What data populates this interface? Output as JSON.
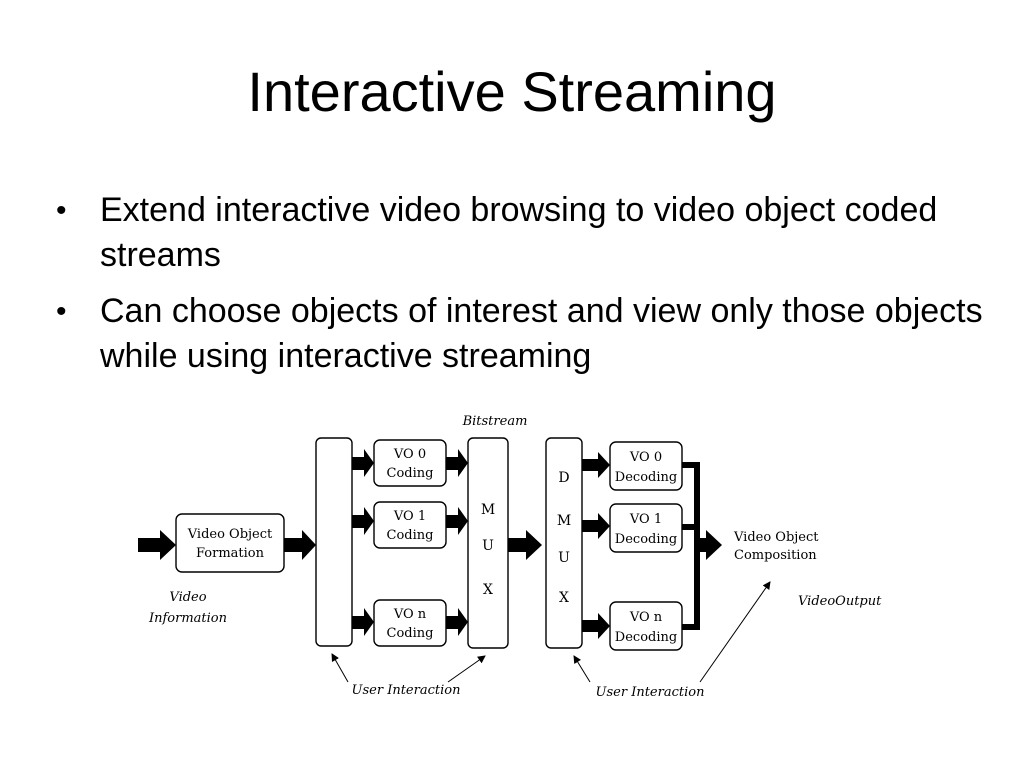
{
  "title": "Interactive Streaming",
  "bullets": [
    {
      "text": "Extend interactive video browsing to video object coded streams"
    },
    {
      "text": "Can choose objects of interest and view only those objects while using interactive streaming"
    }
  ],
  "diagram": {
    "bitstream_label": "Bitstream",
    "video_object_formation": [
      "Video Object",
      "Formation"
    ],
    "video_information": [
      "Video",
      "Information"
    ],
    "encoders": [
      {
        "line1": "VO 0",
        "line2": "Coding"
      },
      {
        "line1": "VO 1",
        "line2": "Coding"
      },
      {
        "line1": "VO n",
        "line2": "Coding"
      }
    ],
    "mux_letters": [
      "M",
      "U",
      "X"
    ],
    "demux_letters": [
      "D",
      "M",
      "U",
      "X"
    ],
    "decoders": [
      {
        "line1": "VO 0",
        "line2": "Decoding"
      },
      {
        "line1": "VO 1",
        "line2": "Decoding"
      },
      {
        "line1": "VO n",
        "line2": "Decoding"
      }
    ],
    "composition": [
      "Video Object",
      "Composition"
    ],
    "video_output": "VideoOutput",
    "user_interaction_left": "User Interaction",
    "user_interaction_right": "User Interaction"
  }
}
